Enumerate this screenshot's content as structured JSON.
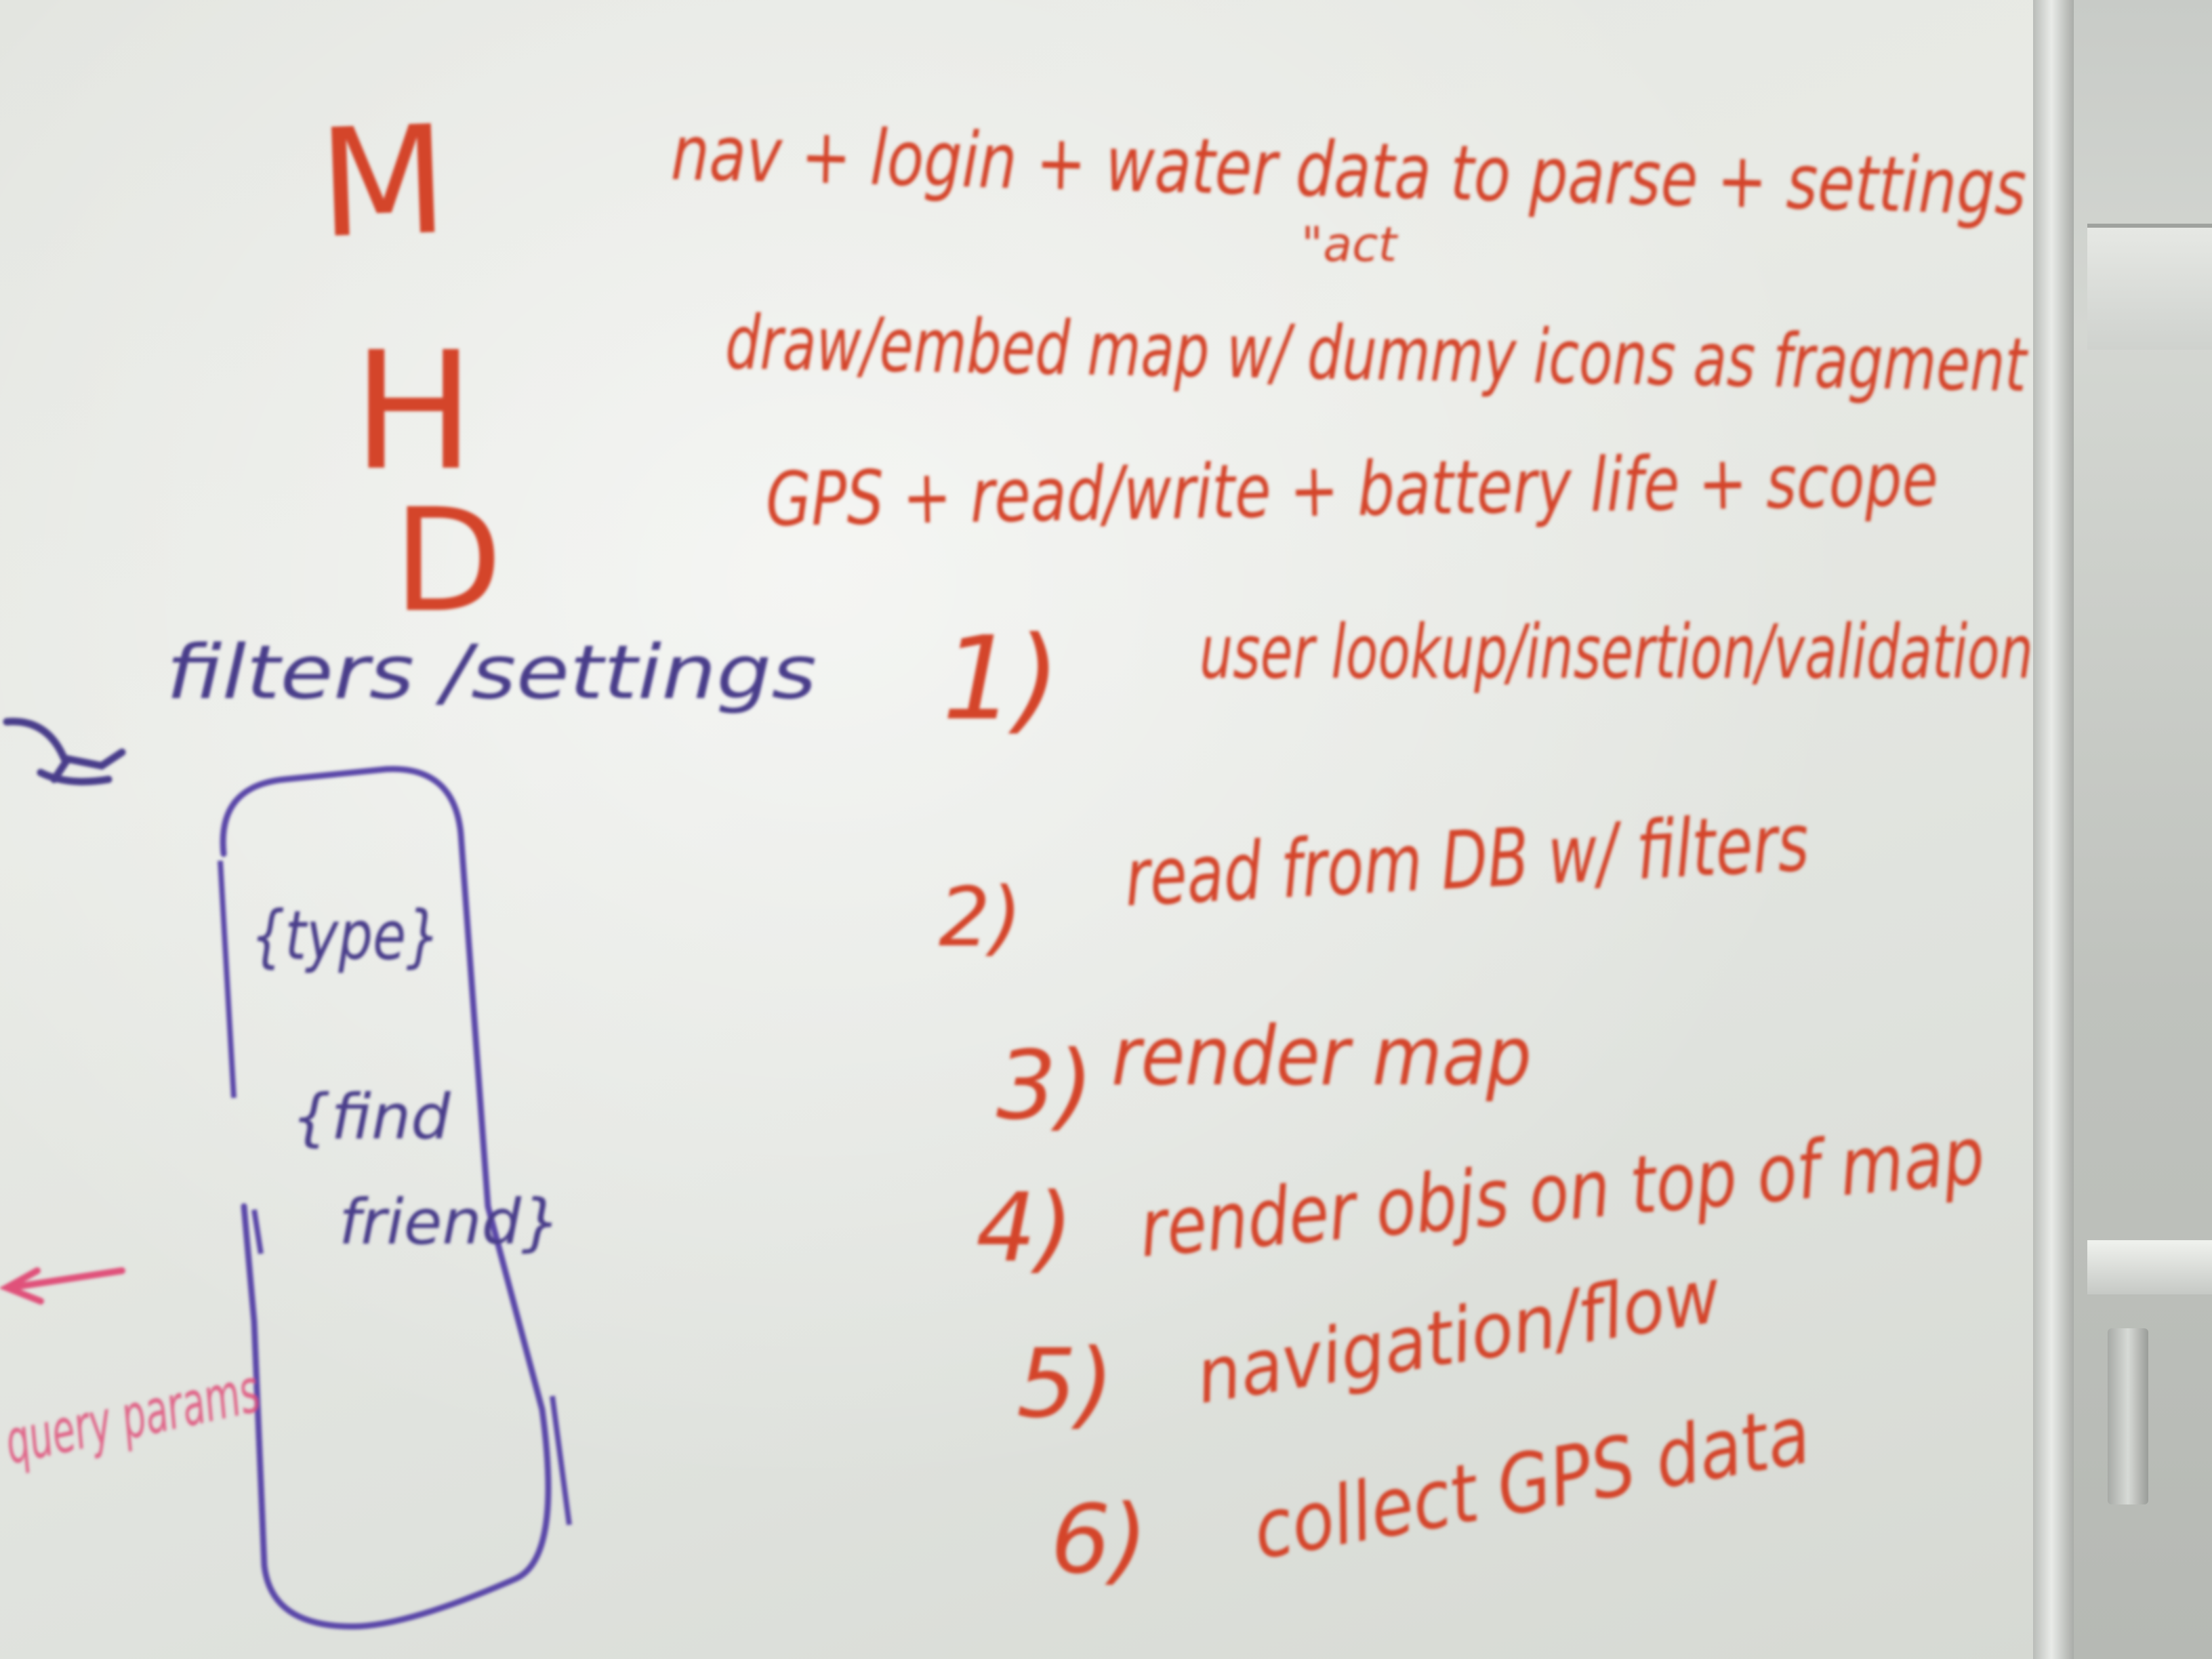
{
  "board": {
    "priority_letters": [
      "M",
      "H",
      "D"
    ],
    "priority_lines": [
      "nav + login + water data to parse + settings",
      "\"act",
      "draw/embed map w/ dummy icons as fragment",
      "GPS + read/write + battery life + scope"
    ],
    "left_label": "filters /settings",
    "box_items": [
      "{type}",
      "{find",
      "friend}"
    ],
    "pink_note": "query params",
    "numbered_list": [
      {
        "num": "1)",
        "text": "user lookup/insertion/validation"
      },
      {
        "num": "2)",
        "text": "read from DB w/ filters"
      },
      {
        "num": "3)",
        "text": "render map"
      },
      {
        "num": "4)",
        "text": "render objs on top of map"
      },
      {
        "num": "5)",
        "text": "navigation/flow"
      },
      {
        "num": "6)",
        "text": "collect GPS data"
      }
    ]
  },
  "colors": {
    "red_marker": "#d4452a",
    "purple_marker": "#4a3d8a",
    "pink_marker": "#e0517a",
    "board_white": "#e6e8e3"
  }
}
